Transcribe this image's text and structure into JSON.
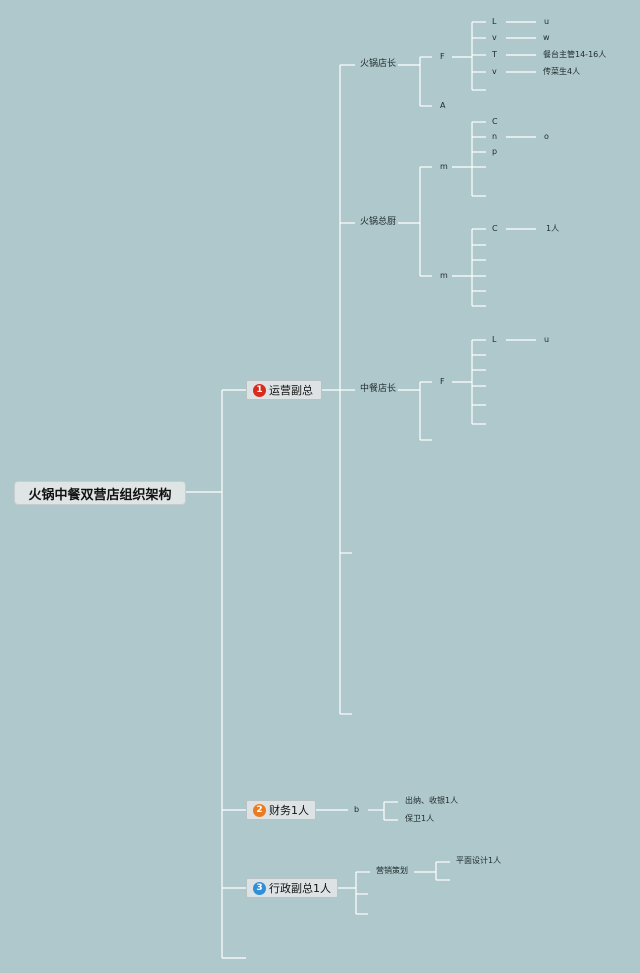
{
  "colors": {
    "background": "#afc8cb",
    "connector": "#ffffff",
    "badge1": "#d92b1c",
    "badge2": "#ec7a1f",
    "badge3": "#2f8fd8"
  },
  "root": "火锅中餐双营店组织架构",
  "branches": [
    {
      "num": "1",
      "label": "运营副总"
    },
    {
      "num": "2",
      "label": "财务1人"
    },
    {
      "num": "3",
      "label": "行政副总1人"
    }
  ],
  "ops": {
    "hotpot_manager": "火锅店长",
    "hotpot_manager_sub": [
      "F",
      "A"
    ],
    "f_children": [
      "L",
      "v",
      "T",
      "v"
    ],
    "f_leaves": [
      "u",
      "w",
      "餐台主管14-16人",
      "传菜生4人"
    ],
    "hotpot_chef": "火锅总厨",
    "m1": "m",
    "m1_children": [
      "C",
      "n",
      "p"
    ],
    "m1_leaf": "o",
    "m2": "m",
    "m2_child": "C",
    "m2_leaf": "1人",
    "chinese_manager": "中餐店长",
    "cf": "F",
    "cf_child": "L",
    "cf_leaf": "u"
  },
  "finance": {
    "b": "b",
    "items": [
      "出纳、收银1人",
      "保卫1人"
    ]
  },
  "admin": {
    "marketing": "营销策划",
    "marketing_child": "平面设计1人"
  }
}
